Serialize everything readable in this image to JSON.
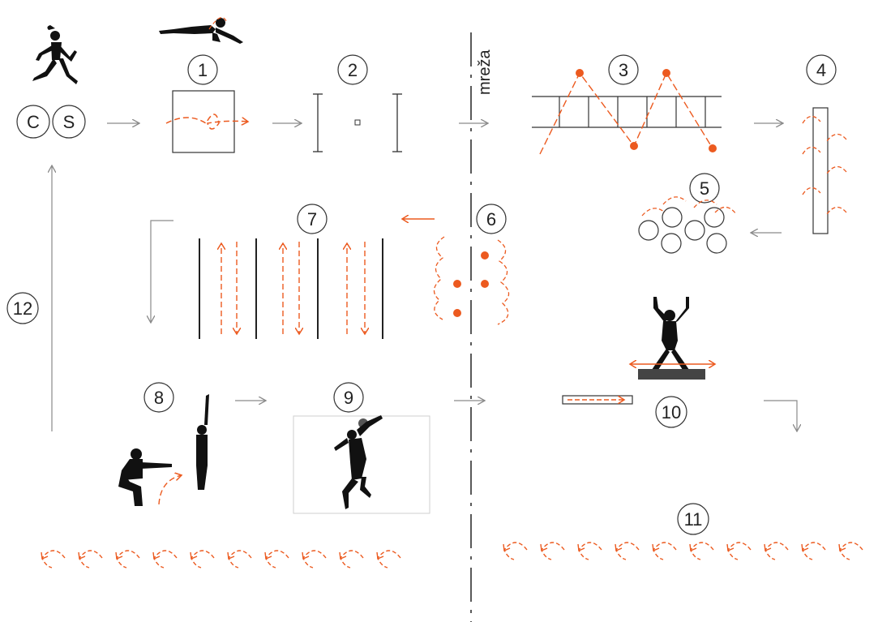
{
  "net": {
    "label": "mreža"
  },
  "start": {
    "c_label": "C",
    "s_label": "S"
  },
  "stations": {
    "s1": "1",
    "s2": "2",
    "s3": "3",
    "s4": "4",
    "s5": "5",
    "s6": "6",
    "s7": "7",
    "s8": "8",
    "s9": "9",
    "s10": "10",
    "s11": "11",
    "s12": "12"
  },
  "colors": {
    "accent": "#ec5a1f",
    "line": "#333333",
    "arrow": "#8a8a8a",
    "silhouette": "#111111",
    "ball": "#555555"
  },
  "icons": {
    "runner": "runner-silhouette-icon",
    "diver": "diving-player-icon",
    "jumper": "jumping-person-icon",
    "squat": "squat-person-icon",
    "reach": "standing-reach-icon",
    "spiker": "volleyball-spike-icon"
  }
}
